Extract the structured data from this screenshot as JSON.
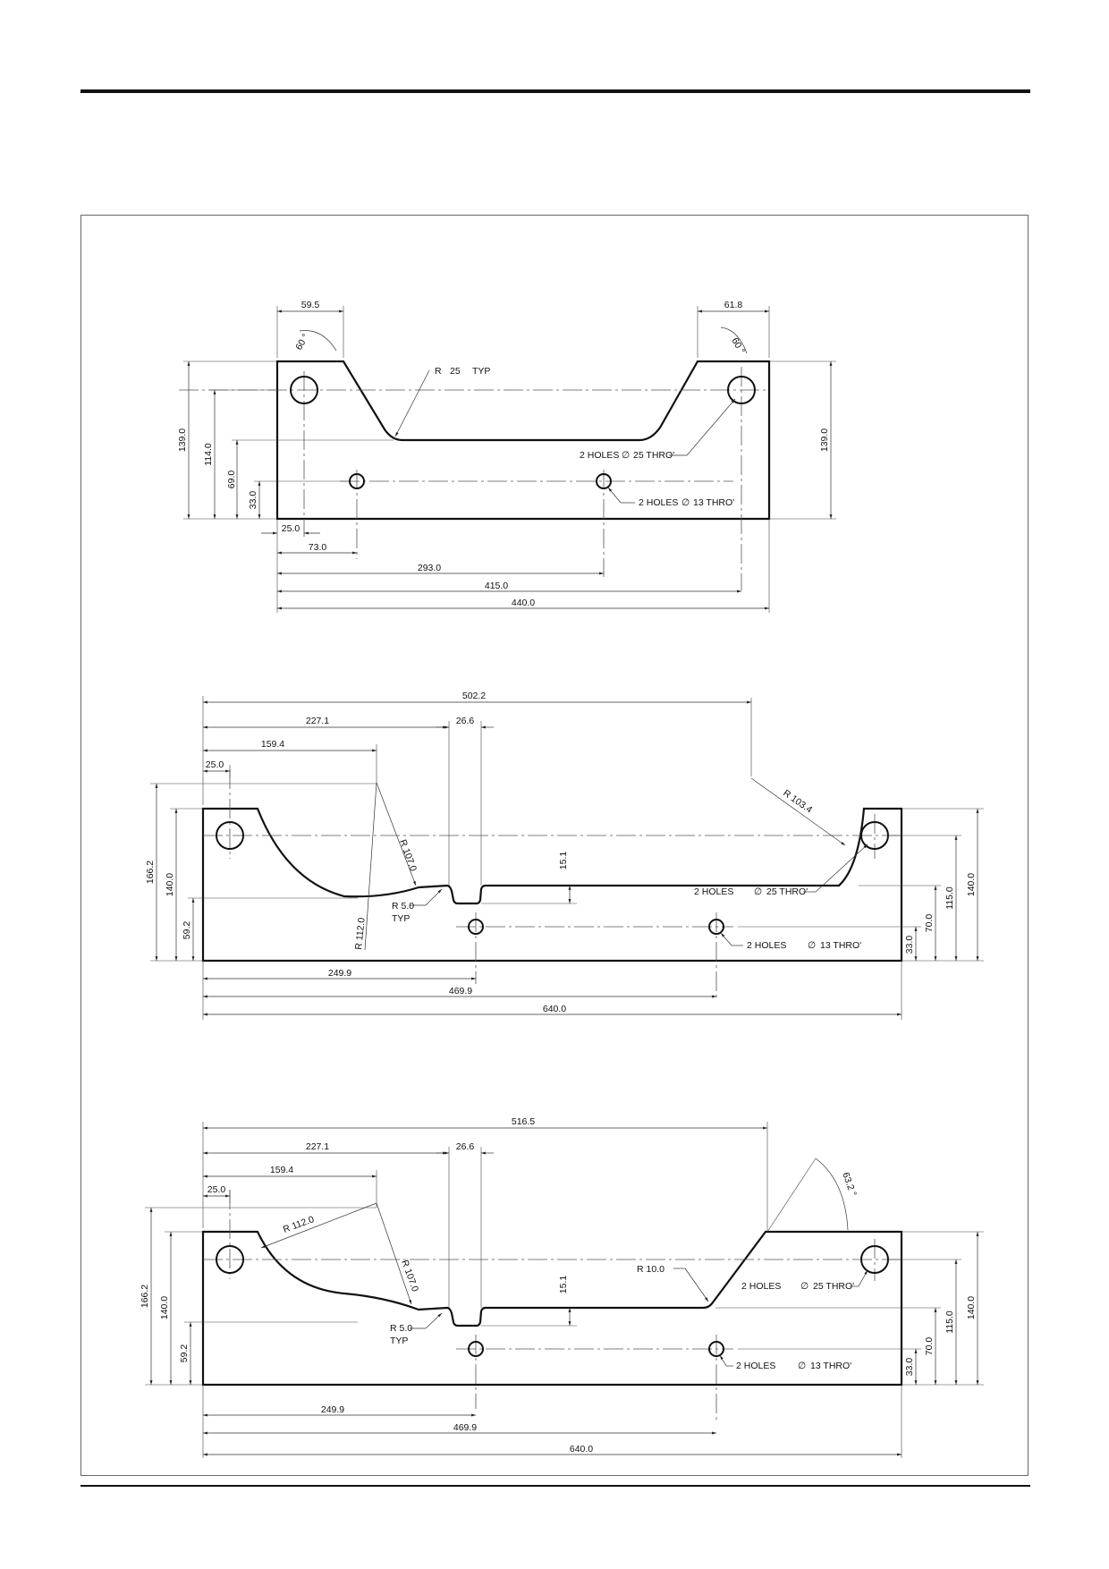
{
  "views": [
    {
      "radius_note": {
        "prefix": "R",
        "value": "25",
        "suffix": "TYP"
      },
      "holes_large": {
        "count": "2 HOLES",
        "symbol": "∅",
        "size": "25 THRO'"
      },
      "holes_small": {
        "count": "2 HOLES",
        "symbol": "∅",
        "size": "13 THRO'"
      },
      "angle_left": "60 °",
      "angle_right": "60 °",
      "dims": {
        "top_left": "59.5",
        "top_right": "61.8",
        "h_139_left": "139.0",
        "h_114": "114.0",
        "h_69": "69.0",
        "h_33": "33.0",
        "h_139_right": "139.0",
        "w_25": "25.0",
        "w_73": "73.0",
        "w_293": "293.0",
        "w_415": "415.0",
        "w_440": "440.0"
      }
    },
    {
      "radius_right": "R 103.4",
      "radius_107": "R 107.0",
      "radius_112": "R 112.0",
      "radius_typ": {
        "value": "R 5.0",
        "suffix": "TYP"
      },
      "holes_large": {
        "count": "2 HOLES",
        "symbol": "∅",
        "size": "25 THRO'"
      },
      "holes_small": {
        "count": "2 HOLES",
        "symbol": "∅",
        "size": "13 THRO'"
      },
      "dims": {
        "w_502": "502.2",
        "w_227": "227.1",
        "w_26": "26.6",
        "w_159": "159.4",
        "w_25": "25.0",
        "h_15": "15.1",
        "h_166": "166.2",
        "h_140_left": "140.0",
        "h_59": "59.2",
        "h_33": "33.0",
        "h_70": "70.0",
        "h_115": "115.0",
        "h_140_right": "140.0",
        "w_249": "249.9",
        "w_469": "469.9",
        "w_640": "640.0"
      }
    },
    {
      "radius_112": "R 112.0",
      "radius_107": "R 107.0",
      "radius_10": "R 10.0",
      "radius_typ": {
        "value": "R 5.0",
        "suffix": "TYP"
      },
      "angle": "63.2 °",
      "holes_large": {
        "count": "2 HOLES",
        "symbol": "∅",
        "size": "25 THRO'"
      },
      "holes_small": {
        "count": "2 HOLES",
        "symbol": "∅",
        "size": "13 THRO'"
      },
      "dims": {
        "w_516": "516.5",
        "w_227": "227.1",
        "w_26": "26.6",
        "w_159": "159.4",
        "w_25": "25.0",
        "h_15": "15.1",
        "h_166": "166.2",
        "h_140_left": "140.0",
        "h_59": "59.2",
        "h_33": "33.0",
        "h_70": "70.0",
        "h_115": "115.0",
        "h_140_right": "140.0",
        "w_249": "249.9",
        "w_469": "469.9",
        "w_640": "640.0"
      }
    }
  ]
}
